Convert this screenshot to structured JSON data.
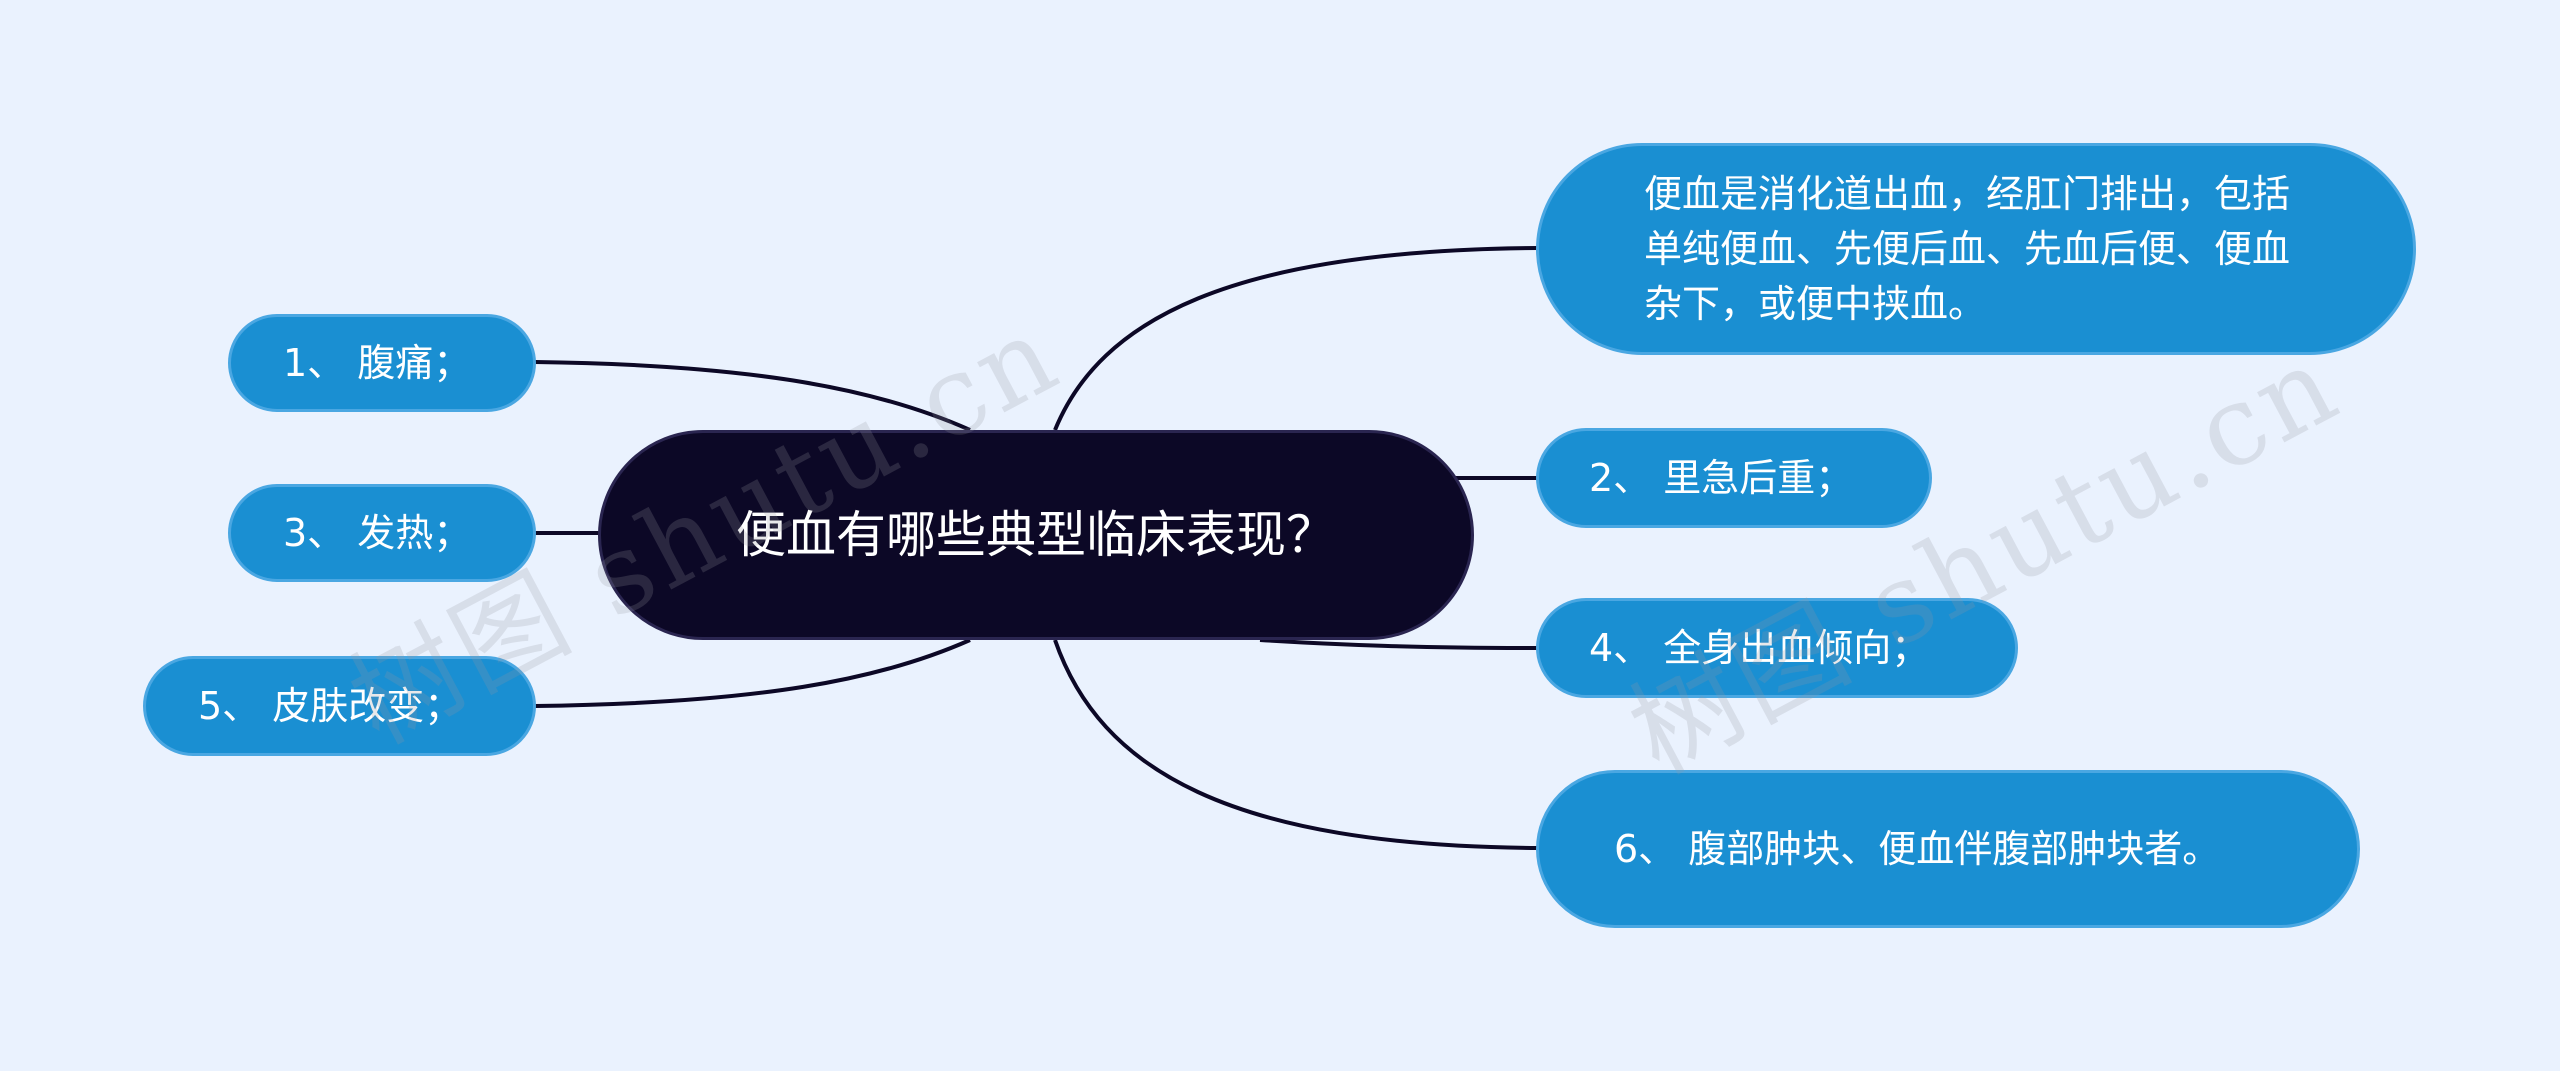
{
  "central": {
    "title": "便血有哪些典型临床表现？"
  },
  "left_nodes": [
    {
      "label": "1、 腹痛；"
    },
    {
      "label": "3、 发热；"
    },
    {
      "label": "5、 皮肤改变；"
    }
  ],
  "right_nodes": [
    {
      "label": "便血是消化道出血，经肛门排出，包括单纯便血、先便后血、先血后便、便血杂下，或便中挟血。"
    },
    {
      "label": "2、 里急后重；"
    },
    {
      "label": "4、 全身出血倾向；"
    },
    {
      "label": "6、 腹部肿块、便血伴腹部肿块者。"
    }
  ],
  "watermark": {
    "text": "树图 shutu.cn"
  },
  "colors": {
    "background": "#eaf2fe",
    "central_fill": "#0c0826",
    "topic_fill": "#1a8fd2",
    "connector": "#0c0826"
  }
}
